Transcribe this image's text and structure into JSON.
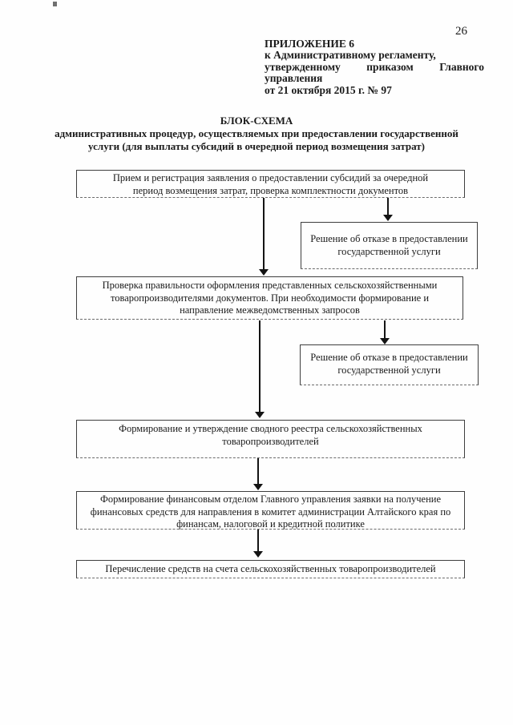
{
  "page": {
    "number": "26"
  },
  "colors": {
    "paper": "#fefefe",
    "ink": "#1a1a1a",
    "box_border": "#3e3e3e"
  },
  "header": {
    "line1": "ПРИЛОЖЕНИЕ 6",
    "line2": "к Административному регламенту,",
    "line3_words": [
      "утвержденному",
      "приказом",
      "Главного"
    ],
    "line4": "управления",
    "line5": "от 21 октября 2015 г. № 97"
  },
  "title": {
    "heading": "БЛОК-СХЕМА",
    "subtitle_line1": "административных процедур, осуществляемых при предоставлении государственной",
    "subtitle_line2": "услуги (для выплаты субсидий в очередной период возмещения затрат)",
    "subtitle_full": "административных процедур, осуществляемых при предоставлении государственной услуги (для выплаты субсидий в очередной период возмещения затрат)"
  },
  "flowchart": {
    "boxes": [
      {
        "id": "step-1",
        "lines": [
          "Прием и регистрация заявления о предоставлении субсидий за очередной",
          "период возмещения затрат, проверка комплектности документов"
        ]
      },
      {
        "id": "reject-1",
        "lines": [
          "Решение об отказе в предоставлении",
          "государственной услуги"
        ]
      },
      {
        "id": "step-2",
        "lines": [
          "Проверка правильности оформления представленных сельскохозяйственными",
          "товаропроизводителями документов. При необходимости формирование и",
          "направление межведомственных запросов"
        ]
      },
      {
        "id": "reject-2",
        "lines": [
          "Решение об отказе в предоставлении",
          "государственной услуги"
        ]
      },
      {
        "id": "step-3",
        "lines": [
          "Формирование и утверждение сводного реестра сельскохозяйственных",
          "товаропроизводителей"
        ]
      },
      {
        "id": "step-4",
        "lines": [
          "Формирование финансовым отделом Главного управления заявки на получение",
          "финансовых средств для направления в комитет администрации Алтайского края по",
          "финансам, налоговой и кредитной политике"
        ]
      },
      {
        "id": "step-5",
        "lines": [
          "Перечисление средств на счета сельскохозяйственных товаропроизводителей"
        ]
      }
    ],
    "edges": [
      {
        "from": "step-1",
        "to": "step-2"
      },
      {
        "from": "step-1",
        "to": "reject-1"
      },
      {
        "from": "step-2",
        "to": "step-3"
      },
      {
        "from": "step-2",
        "to": "reject-2"
      },
      {
        "from": "step-3",
        "to": "step-4"
      },
      {
        "from": "step-4",
        "to": "step-5"
      }
    ]
  }
}
